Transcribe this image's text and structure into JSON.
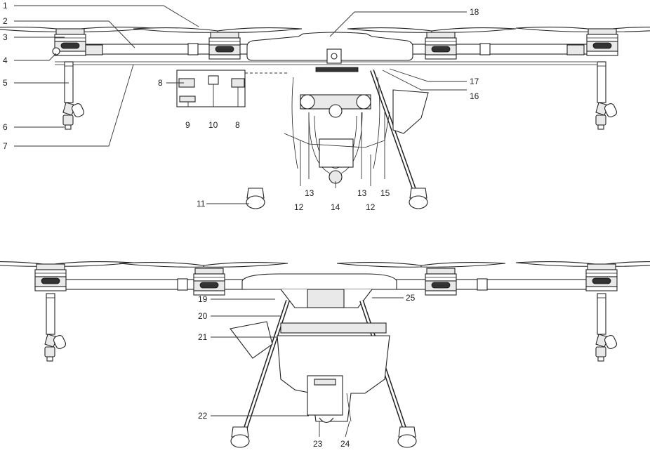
{
  "callouts": {
    "top": [
      "1",
      "2",
      "3",
      "4",
      "5",
      "6",
      "7",
      "8",
      "9",
      "10",
      "8",
      "11",
      "12",
      "13",
      "14",
      "13",
      "12",
      "15",
      "16",
      "17",
      "18"
    ],
    "bottom": [
      "19",
      "20",
      "21",
      "22",
      "23",
      "24",
      "25"
    ]
  }
}
